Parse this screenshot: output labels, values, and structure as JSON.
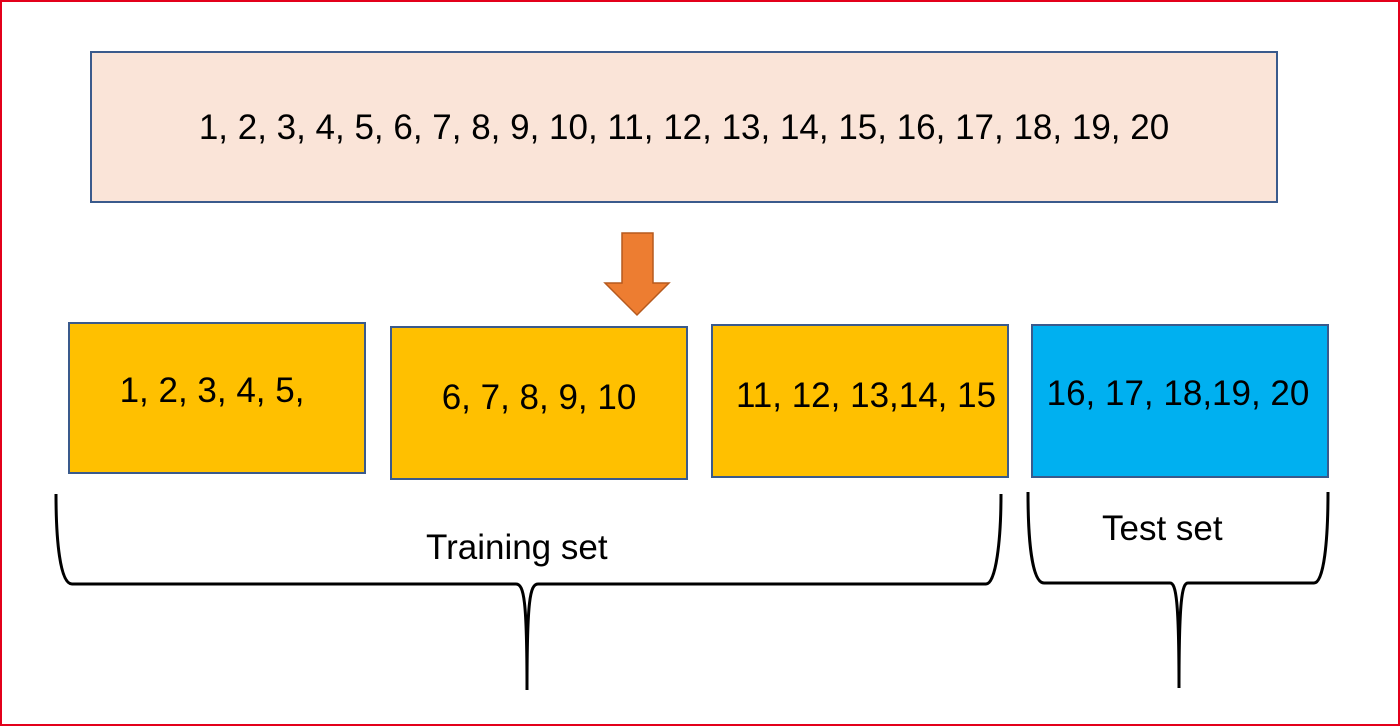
{
  "sequence": {
    "text": "1, 2, 3, 4, 5, 6, 7, 8, 9, 10, 11, 12, 13, 14, 15, 16, 17, 18, 19, 20",
    "fill": "#fae4d8"
  },
  "arrow": {
    "icon": "down-arrow-icon",
    "color": "#ed7d31"
  },
  "folds": [
    {
      "text": "1, 2, 3, 4, 5,",
      "fill": "#ffc000"
    },
    {
      "text": "6, 7, 8, 9, 10",
      "fill": "#ffc000"
    },
    {
      "text": "11, 12, 13,14, 15",
      "fill": "#ffc000"
    },
    {
      "text": "16, 17, 18,19, 20",
      "fill": "#00b0f0"
    }
  ],
  "labels": {
    "training": "Training set",
    "test": "Test set"
  },
  "colors": {
    "box_border": "#3a5a8c",
    "frame_border": "#e3001b"
  }
}
